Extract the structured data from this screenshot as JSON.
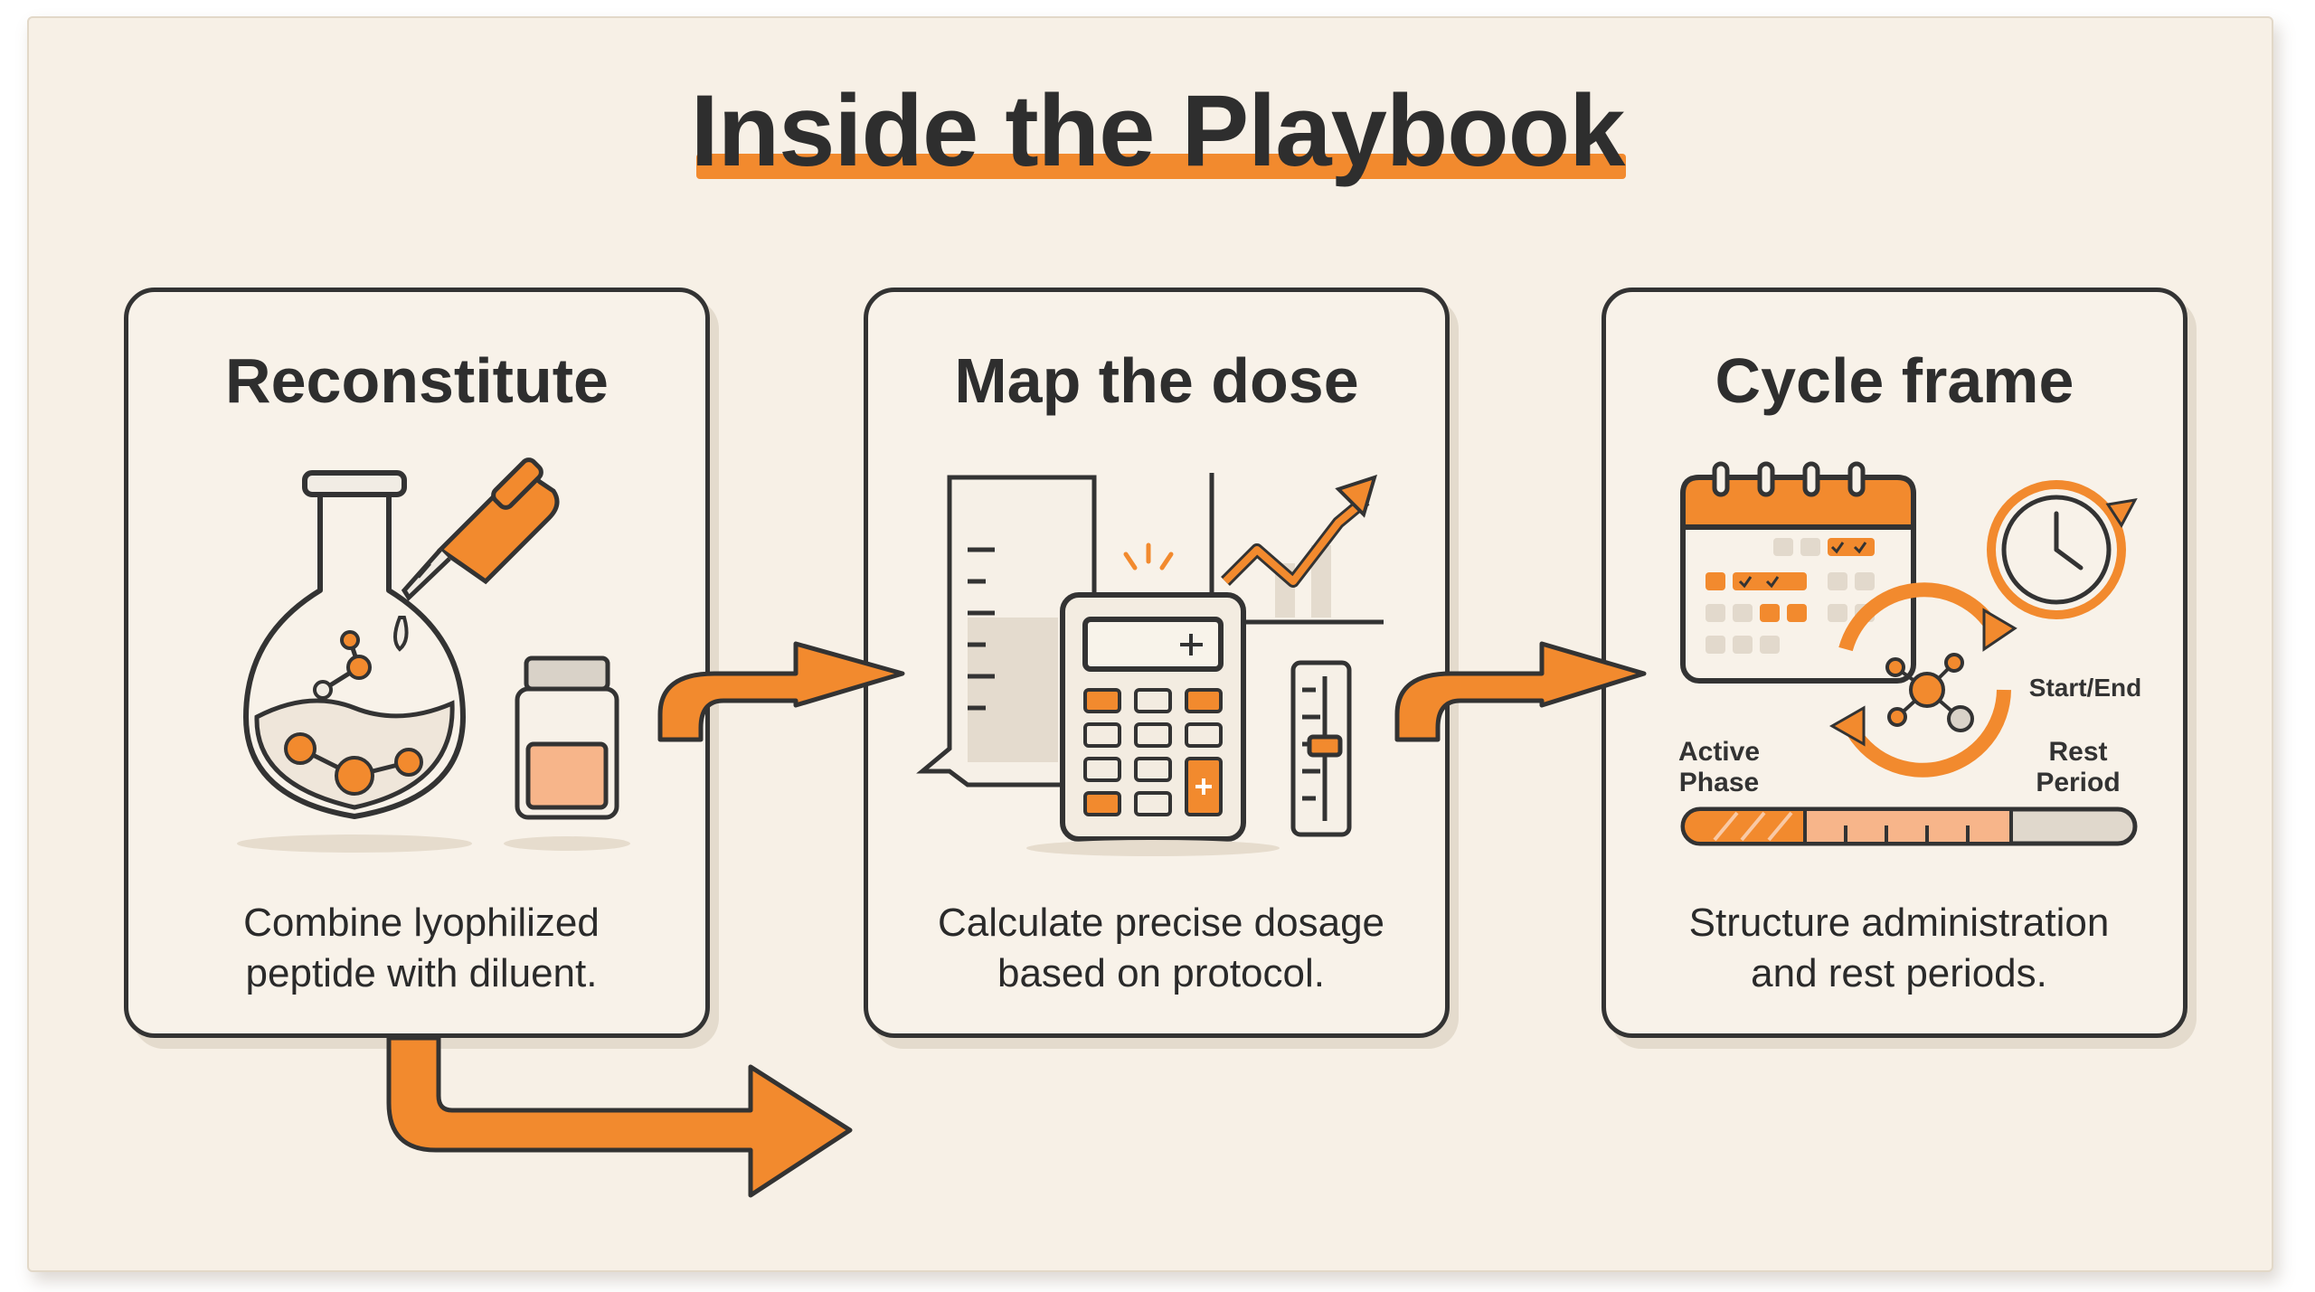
{
  "title": "Inside the Playbook",
  "steps": [
    {
      "title": "Reconstitute",
      "desc_line1": "Combine lyophilized",
      "desc_line2": "peptide with diluent."
    },
    {
      "title": "Map the dose",
      "desc_line1": "Calculate precise dosage",
      "desc_line2": "based on protocol."
    },
    {
      "title": "Cycle frame",
      "desc_line1": "Structure administration",
      "desc_line2": "and rest periods."
    }
  ],
  "cycle_labels": {
    "start_end": "Start/End",
    "active_line1": "Active",
    "active_line2": "Phase",
    "rest_line1": "Rest",
    "rest_line2": "Period"
  },
  "colors": {
    "accent": "#f28a2e",
    "ink": "#333333",
    "paper": "#f7f0e6"
  }
}
